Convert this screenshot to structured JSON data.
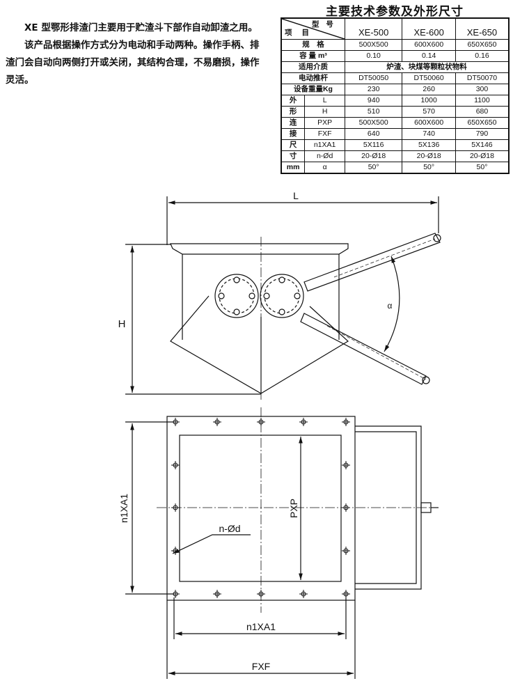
{
  "intro": {
    "p1": "XE 型鄂形排渣门主要用于贮渣斗下部作自动卸渣之用。",
    "p2": "该产品根据操作方式分为电动和手动两种。操作手柄、排渣门会自动向两侧打开或关闭，其结构合理，不易磨损，操作灵活。"
  },
  "table": {
    "title": "主要技术参数及外形尺寸",
    "corner_top": "型号",
    "corner_bottom": "项目",
    "models": [
      "XE-500",
      "XE-600",
      "XE-650"
    ],
    "rows": [
      {
        "label": "规　格",
        "values": [
          "500X500",
          "600X600",
          "650X650"
        ]
      },
      {
        "label": "容 量 m³",
        "values": [
          "0.10",
          "0.14",
          "0.16"
        ]
      },
      {
        "label": "适用介质",
        "span": "炉渣、块煤等颗粒状物料"
      },
      {
        "label": "电动推杆",
        "values": [
          "DT50050",
          "DT50060",
          "DT50070"
        ]
      },
      {
        "label": "设备重量Kg",
        "values": [
          "230",
          "260",
          "300"
        ]
      }
    ],
    "dim_group_chars": [
      "外",
      "形",
      "连",
      "接",
      "尺",
      "寸",
      "mm"
    ],
    "dim_rows": [
      {
        "label": "L",
        "values": [
          "940",
          "1000",
          "1100"
        ]
      },
      {
        "label": "H",
        "values": [
          "510",
          "570",
          "680"
        ]
      },
      {
        "label": "PXP",
        "values": [
          "500X500",
          "600X600",
          "650X650"
        ]
      },
      {
        "label": "FXF",
        "values": [
          "640",
          "740",
          "790"
        ]
      },
      {
        "label": "n1XA1",
        "values": [
          "5X116",
          "5X136",
          "5X146"
        ]
      },
      {
        "label": "n-Ød",
        "values": [
          "20-Ø18",
          "20-Ø18",
          "20-Ø18"
        ]
      },
      {
        "label": "α",
        "values": [
          "50°",
          "50°",
          "50°"
        ]
      }
    ]
  },
  "drawing": {
    "L": "L",
    "H": "H",
    "alpha": "α",
    "n1xa1_v": "n1XA1",
    "pxp": "PXP",
    "nd": "n-Ød",
    "n1xa1_h": "n1XA1",
    "fxf": "FXF"
  }
}
